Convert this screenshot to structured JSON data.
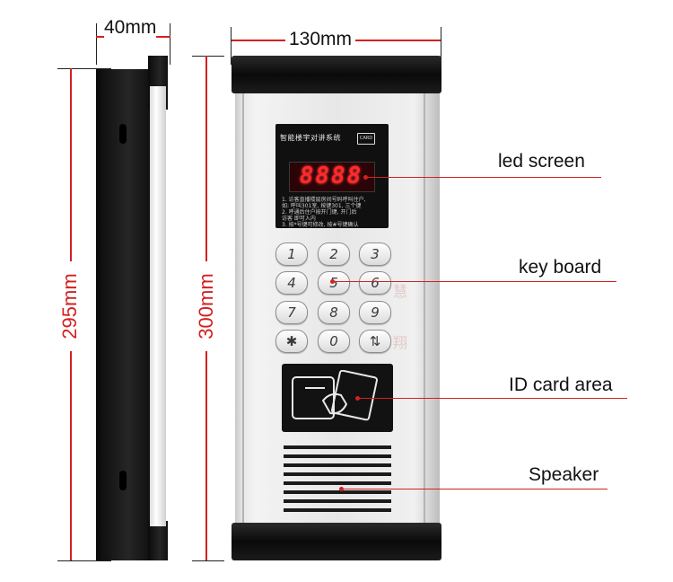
{
  "dimensions": {
    "width_side": "40mm",
    "width_front": "130mm",
    "height_side": "295mm",
    "height_front": "300mm"
  },
  "screen": {
    "title": "智能楼宇对讲系统",
    "card_badge": "CARD",
    "led_value": "8888",
    "instructions": [
      "1. 访客直播楼层房间号码呼叫住户,",
      "   如: 呼叫301室, 按键301, 三个键",
      "2. 呼通后住户按开门键, 开门后",
      "   访客 即可入内",
      "3. 按*号键可修改, 按#号键确认"
    ]
  },
  "keypad": {
    "keys": [
      "1",
      "2",
      "3",
      "4",
      "5",
      "6",
      "7",
      "8",
      "9",
      "✱",
      "0",
      "⇅"
    ]
  },
  "callouts": {
    "led_screen": "led screen",
    "key_board": "key board",
    "id_card_area": "ID card area",
    "speaker": "Speaker"
  },
  "colors": {
    "accent": "#d42020",
    "led": "#ff2a2a",
    "panel": "#e7e7e7",
    "cap": "#111111"
  }
}
